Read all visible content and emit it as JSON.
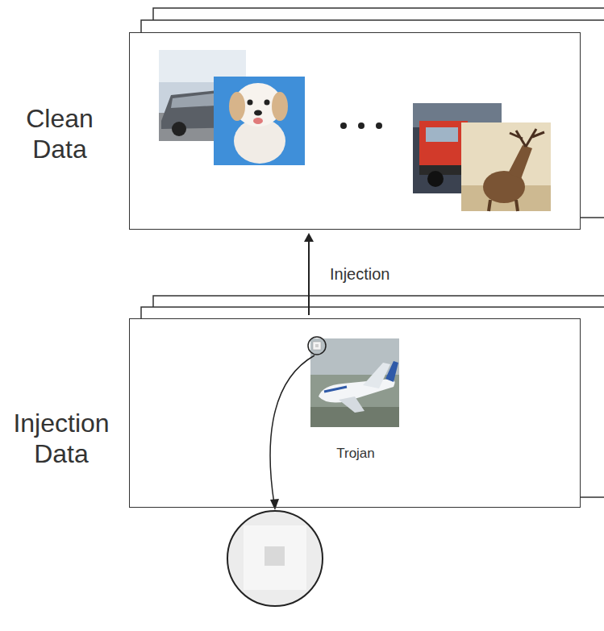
{
  "diagram": {
    "nodes": [
      {
        "text": [
          "Clean Data"
        ]
      },
      {
        "text": [
          "Injection Data",
          "Trojan"
        ]
      }
    ],
    "edges": [
      {
        "from": 1,
        "to": 0,
        "arrow": "to",
        "label": "Injection"
      }
    ]
  }
}
